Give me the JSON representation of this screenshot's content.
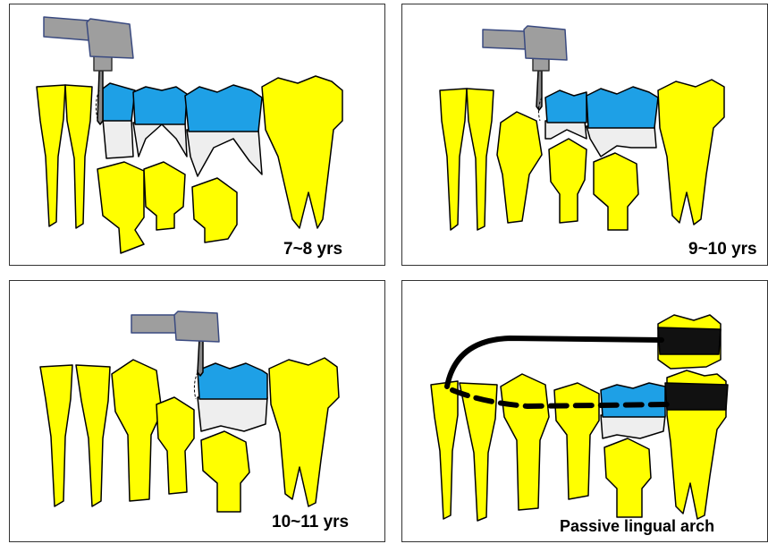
{
  "colors": {
    "tooth_yellow": "#ffff00",
    "enamel_blue": "#1ea0e6",
    "root_gray": "#eeeeee",
    "drill_gray": "#9e9e9e",
    "outline": "#000000",
    "band_black": "#111111"
  },
  "panels": [
    {
      "label": "7~8 yrs"
    },
    {
      "label": "9~10 yrs"
    },
    {
      "label": "10~11 yrs"
    },
    {
      "label": "Passive lingual arch"
    }
  ]
}
